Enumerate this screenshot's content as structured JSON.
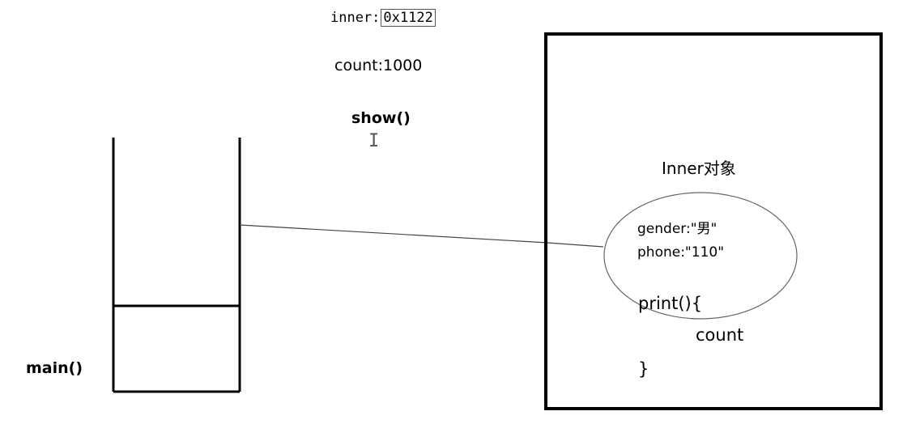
{
  "inner_label": "inner:",
  "inner_address": "0x1122",
  "count_label": "count:1000",
  "show_label": "show()",
  "main_label": "main()",
  "object_title": "Inner对象",
  "object_fields": {
    "gender": "gender:\"男\"",
    "phone": "phone:\"110\""
  },
  "method": {
    "open": "print(){",
    "body": "count",
    "close": "}"
  }
}
